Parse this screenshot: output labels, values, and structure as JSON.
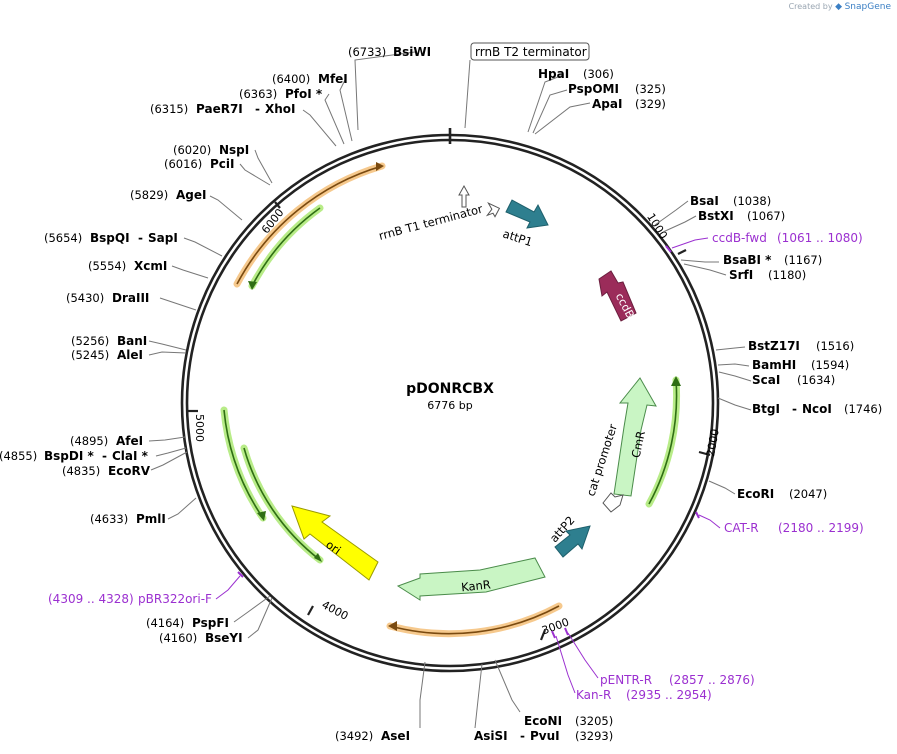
{
  "credit": {
    "prefix": "Created by",
    "brand": "SnapGene"
  },
  "plasmid": {
    "name": "pDONRCBX",
    "length": "6776 bp"
  },
  "ticks": [
    "1000",
    "2000",
    "3000",
    "4000",
    "5000",
    "6000"
  ],
  "callout": "rrnB T2 terminator",
  "sites": [
    {
      "id": "bsiwi",
      "pos": "(6733)",
      "names": [
        "BsiWI"
      ]
    },
    {
      "id": "hpai",
      "pos": "(306)",
      "names": [
        "HpaI"
      ]
    },
    {
      "id": "pspomi",
      "pos": "(325)",
      "names": [
        "PspOMI"
      ]
    },
    {
      "id": "apai",
      "pos": "(329)",
      "names": [
        "ApaI"
      ]
    },
    {
      "id": "mfei",
      "pos": "(6400)",
      "names": [
        "MfeI"
      ]
    },
    {
      "id": "pfoi",
      "pos": "(6363)",
      "names": [
        "PfoI *"
      ]
    },
    {
      "id": "paer7i",
      "pos": "(6315)",
      "names": [
        "PaeR7I",
        "XhoI"
      ]
    },
    {
      "id": "nspi",
      "pos": "(6020)",
      "names": [
        "NspI"
      ]
    },
    {
      "id": "pcii",
      "pos": "(6016)",
      "names": [
        "PciI"
      ]
    },
    {
      "id": "agei",
      "pos": "(5829)",
      "names": [
        "AgeI"
      ]
    },
    {
      "id": "bspqi",
      "pos": "(5654)",
      "names": [
        "BspQI",
        "SapI"
      ]
    },
    {
      "id": "xcmi",
      "pos": "(5554)",
      "names": [
        "XcmI"
      ]
    },
    {
      "id": "draiii",
      "pos": "(5430)",
      "names": [
        "DraIII"
      ]
    },
    {
      "id": "bani",
      "pos": "(5256)",
      "names": [
        "BanI"
      ]
    },
    {
      "id": "alei",
      "pos": "(5245)",
      "names": [
        "AleI"
      ]
    },
    {
      "id": "afei",
      "pos": "(4895)",
      "names": [
        "AfeI"
      ]
    },
    {
      "id": "bspdi",
      "pos": "(4855)",
      "names": [
        "BspDI *",
        "ClaI *"
      ]
    },
    {
      "id": "ecorv",
      "pos": "(4835)",
      "names": [
        "EcoRV"
      ]
    },
    {
      "id": "pmli",
      "pos": "(4633)",
      "names": [
        "PmlI"
      ]
    },
    {
      "id": "pspfi",
      "pos": "(4164)",
      "names": [
        "PspFI"
      ]
    },
    {
      "id": "bseyi",
      "pos": "(4160)",
      "names": [
        "BseYI"
      ]
    },
    {
      "id": "asei",
      "pos": "(3492)",
      "names": [
        "AseI"
      ]
    },
    {
      "id": "econi",
      "pos": "(3205)",
      "names": [
        "EcoNI"
      ]
    },
    {
      "id": "asisi",
      "pos": "(3293)",
      "names": [
        "AsiSI",
        "PvuI"
      ]
    },
    {
      "id": "bsai",
      "pos": "(1038)",
      "names": [
        "BsaI"
      ]
    },
    {
      "id": "bstxi",
      "pos": "(1067)",
      "names": [
        "BstXI"
      ]
    },
    {
      "id": "bsabi",
      "pos": "(1167)",
      "names": [
        "BsaBI *"
      ]
    },
    {
      "id": "srfi",
      "pos": "(1180)",
      "names": [
        "SrfI"
      ]
    },
    {
      "id": "bstz17i",
      "pos": "(1516)",
      "names": [
        "BstZ17I"
      ]
    },
    {
      "id": "bamhi",
      "pos": "(1594)",
      "names": [
        "BamHI"
      ]
    },
    {
      "id": "scai",
      "pos": "(1634)",
      "names": [
        "ScaI"
      ]
    },
    {
      "id": "btgi",
      "pos": "(1746)",
      "names": [
        "BtgI",
        "NcoI"
      ]
    },
    {
      "id": "ecori",
      "pos": "(2047)",
      "names": [
        "EcoRI"
      ]
    }
  ],
  "primers": [
    {
      "id": "ccdb-fwd",
      "name": "ccdB-fwd",
      "range": "(1061 .. 1080)"
    },
    {
      "id": "cat-r",
      "name": "CAT-R",
      "range": "(2180 .. 2199)"
    },
    {
      "id": "pentr-r",
      "name": "pENTR-R",
      "range": "(2857 .. 2876)"
    },
    {
      "id": "kan-r",
      "name": "Kan-R",
      "range": "(2935 .. 2954)"
    },
    {
      "id": "pbr322ori-f",
      "name": "pBR322ori-F",
      "range": "(4309 .. 4328)"
    }
  ],
  "features": {
    "rrnb_t1": "rrnB T1 terminator",
    "attp1": "attP1",
    "ccdb": "ccdB",
    "cmr": "CmR",
    "cat_promoter": "cat promoter",
    "attp2": "attP2",
    "kanr": "KanR",
    "ori": "ori"
  },
  "colors": {
    "backbone": "#222222",
    "attp": "#2e7f8f",
    "ccdb": "#9b2c5a",
    "marker": "#c9f5c4",
    "ori": "#ffff00",
    "primer": "#9b30d0",
    "orf_glow_orange": "#f6c98d",
    "orf_glow_green": "#b8ec88"
  }
}
